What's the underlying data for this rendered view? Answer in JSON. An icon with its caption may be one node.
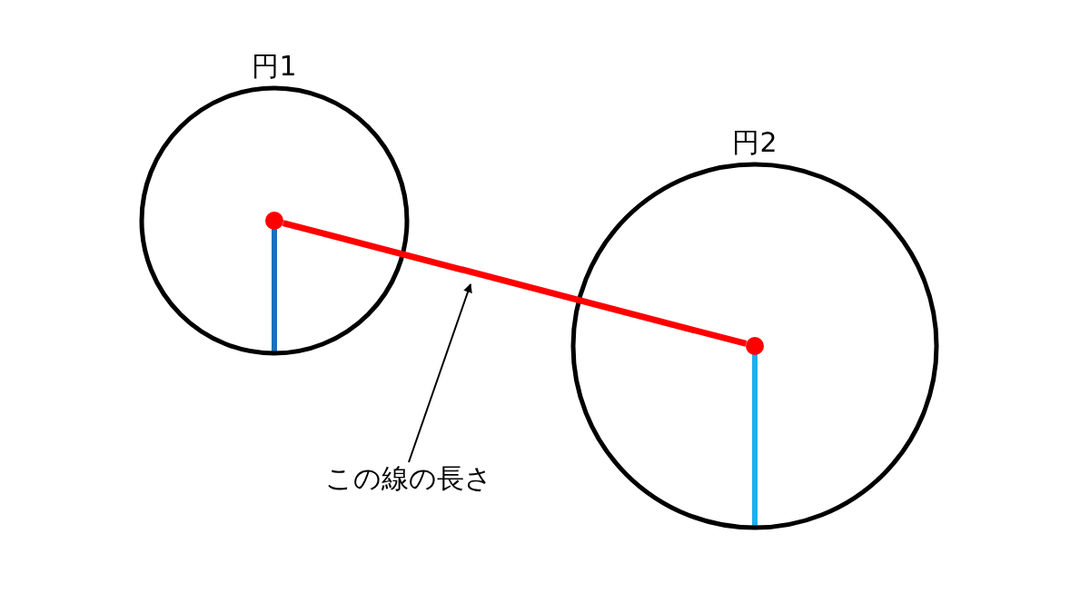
{
  "diagram": {
    "nodes": [
      {
        "text": [
          "円1"
        ]
      },
      {
        "text": [],
        "shape": "circle",
        "in": 0
      },
      {
        "text": [
          "円2"
        ]
      },
      {
        "text": [],
        "shape": "circle",
        "in": 2
      },
      {
        "text": [
          "この線の長さ"
        ]
      }
    ],
    "edges": [
      {
        "from": 1,
        "to": 3,
        "arrow": "none",
        "style": "thick",
        "color": "#ff0000"
      },
      {
        "from": 4,
        "to": null,
        "arrow": "to",
        "color": "#000000"
      }
    ]
  }
}
